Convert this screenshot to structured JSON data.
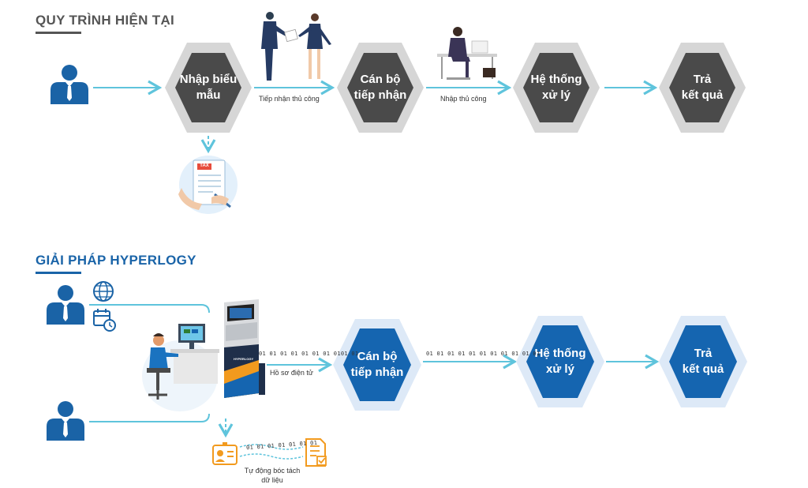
{
  "current": {
    "title": "QUY TRÌNH HIỆN TẠI",
    "steps": [
      "Nhập biểu\nmẫu",
      "Cán bộ\ntiếp nhận",
      "Hệ thống\nxử lý",
      "Trả\nkết quả"
    ],
    "edge_labels": [
      "Tiếp nhận thủ công",
      "Nhập thủ công"
    ],
    "form_tag": "TAX"
  },
  "solution": {
    "title": "GIẢI PHÁP HYPERLOGY",
    "steps": [
      "Cán bộ\ntiếp nhận",
      "Hệ thống\nxử lý",
      "Trả\nkết quả"
    ],
    "edge_labels": [
      "Hồ sơ điện tử",
      "Tự động bóc tách\ndữ liệu"
    ],
    "binary_1": "01 01 01 01 01 01 01 0101 01",
    "binary_2": "01 01 01 01 01 01 01 01 01 01 01",
    "binary_3": "01 01 01 01 01 01 01",
    "kiosk_brand": "HYPERLOGY"
  },
  "colors": {
    "title_current": "#555555",
    "title_solution": "#1a64a8",
    "dark_hex": "#4a4a4a",
    "gray_hex_ring": "#d6d6d6",
    "blue_hex": "#1565b0",
    "blue_hex_ring": "#dde9f7",
    "arrow": "#5fc4dc",
    "person": "#1a63a6",
    "orange": "#f29a1e"
  }
}
